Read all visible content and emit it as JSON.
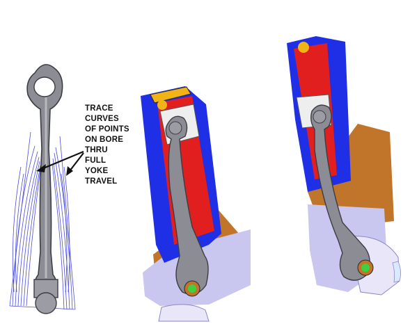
{
  "annotation": {
    "lines": [
      "TRACE",
      "CURVES",
      "OF POINTS",
      "ON BORE",
      "THRU",
      "FULL",
      "YOKE",
      "TRAVEL"
    ]
  },
  "colors": {
    "housing": "#1f2fe6",
    "cylinder": "#e21f1f",
    "rod": "#8c8c94",
    "rod_outline": "#3c3c44",
    "yoke": "#c0752a",
    "pivot_pin": "#3fcf3f",
    "trace_curves": "#4a4adf",
    "ball": "#f0b417",
    "lavender": "#c9c6ef"
  },
  "icons": [
    "connecting-rod-icon",
    "trace-arrow-icon",
    "pivot-pin-icon"
  ]
}
